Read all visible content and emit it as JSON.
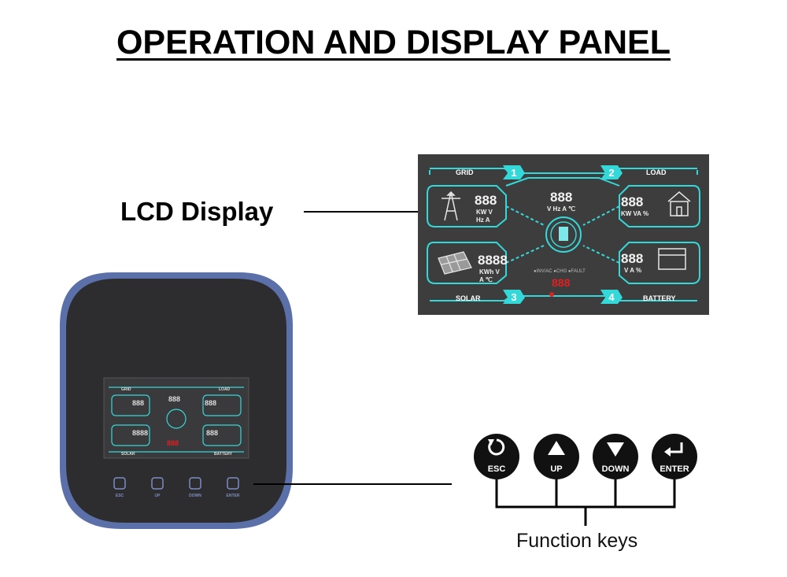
{
  "title": "OPERATION AND DISPLAY PANEL",
  "callouts": {
    "lcd": "LCD Display",
    "function_keys": "Function keys"
  },
  "lcd": {
    "grid_label": "GRID",
    "load_label": "LOAD",
    "solar_label": "SOLAR",
    "battery_label": "BATTERY",
    "num1": "1",
    "num2": "2",
    "num3": "3",
    "num4": "4",
    "grid_digits": "888",
    "grid_units_top": "KW  V",
    "grid_units_bottom": "Hz  A",
    "center_digits": "888",
    "center_units": "V Hz A ℃",
    "load_digits": "888",
    "load_units": "KW VA %",
    "solar_digits": "8888",
    "solar_units_top": "KWh  V",
    "solar_units_bottom": "A  ℃",
    "battery_digits": "888",
    "battery_units": "V  A  %",
    "status_text": "●INV/AC ●CHG ●FAULT",
    "fault_digits": "888"
  },
  "keys": [
    {
      "label": "ESC",
      "icon": "rotate-icon"
    },
    {
      "label": "UP",
      "icon": "arrow-up-icon"
    },
    {
      "label": "DOWN",
      "icon": "arrow-down-icon"
    },
    {
      "label": "ENTER",
      "icon": "enter-icon"
    }
  ],
  "colors": {
    "lcd_bg": "#3d3d3d",
    "lcd_cyan": "#34d8d8",
    "device_rim": "#5b6fa8",
    "device_body": "#2d2d30",
    "digit_red": "#e02020"
  }
}
